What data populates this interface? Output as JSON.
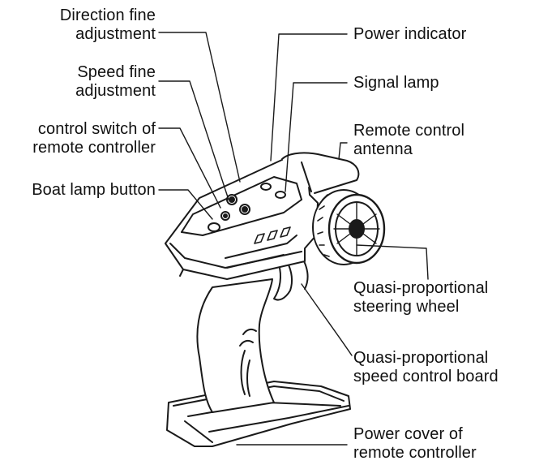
{
  "labels": {
    "direction_fine": [
      "Direction fine",
      "adjustment"
    ],
    "speed_fine": [
      "Speed fine",
      "adjustment"
    ],
    "control_switch": [
      "control switch of",
      "remote controller"
    ],
    "boat_lamp": [
      "Boat lamp button"
    ],
    "power_indicator": [
      "Power indicator"
    ],
    "signal_lamp": [
      "Signal lamp"
    ],
    "antenna": [
      "Remote control",
      "antenna"
    ],
    "steering_wheel": [
      "Quasi-proportional",
      "steering wheel"
    ],
    "speed_board": [
      "Quasi-proportional",
      "speed control board"
    ],
    "power_cover": [
      "Power cover of",
      "remote controller"
    ]
  },
  "colors": {
    "line": "#1a1a1a",
    "fill": "#ffffff",
    "shade": "#e6e6e6"
  }
}
